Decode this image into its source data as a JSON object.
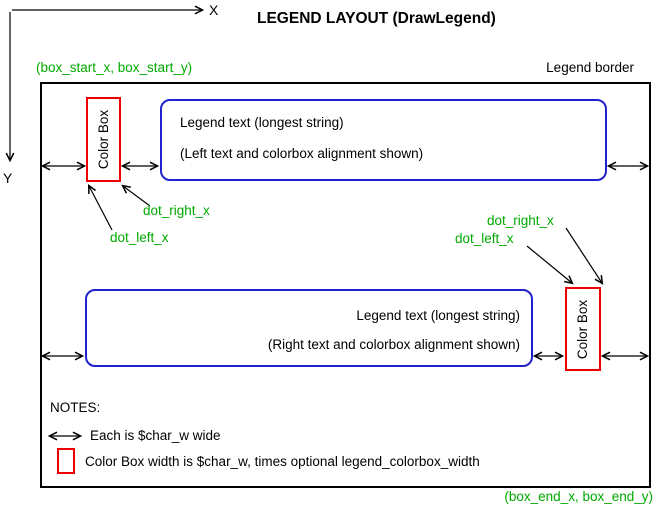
{
  "title": "LEGEND LAYOUT (DrawLegend)",
  "axes": {
    "x": "X",
    "y": "Y"
  },
  "coords": {
    "start": "(box_start_x, box_start_y)",
    "end": "(box_end_x, box_end_y)"
  },
  "border_label": "Legend border",
  "left_example": {
    "colorbox": "Color Box",
    "line1": "Legend text (longest string)",
    "line2": "(Left text and colorbox alignment shown)",
    "dot_right": "dot_right_x",
    "dot_left": "dot_left_x"
  },
  "right_example": {
    "colorbox": "Color Box",
    "line1": "Legend text (longest string)",
    "line2": "(Right text and colorbox alignment shown)",
    "dot_right": "dot_right_x",
    "dot_left": "dot_left_x"
  },
  "notes": {
    "heading": "NOTES:",
    "arrow_note": "Each is $char_w wide",
    "box_note": "Color Box width is $char_w, times optional legend_colorbox_width"
  },
  "colors": {
    "green": "#00aa00",
    "red": "#ee0000",
    "blue": "#2222cc"
  }
}
